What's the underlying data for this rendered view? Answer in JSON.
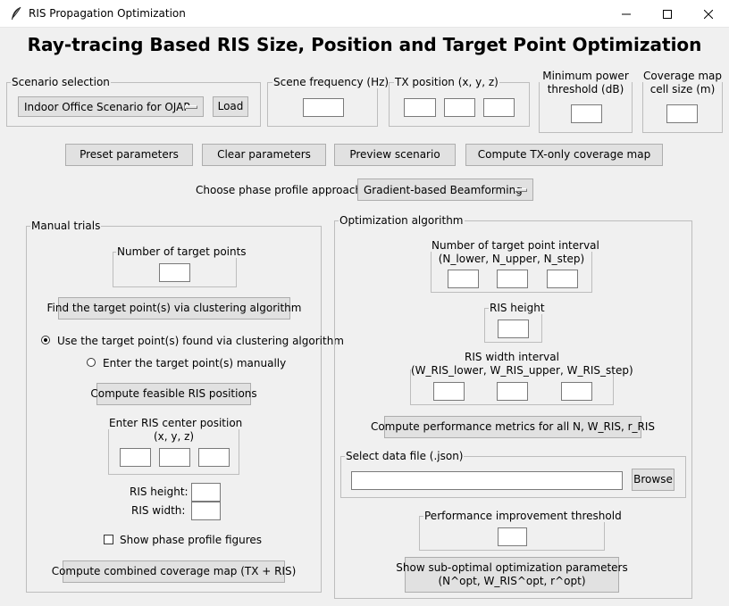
{
  "window": {
    "title": "RIS Propagation Optimization",
    "minimize": "—",
    "maximize": "☐",
    "close": "✕"
  },
  "heading": "Ray-tracing Based RIS Size, Position and Target Point Optimization",
  "scenario": {
    "group_label": "Scenario selection",
    "selected": "Indoor Office Scenario for OJAP",
    "load_label": "Load"
  },
  "frequency": {
    "group_label": "Scene frequency (Hz)",
    "value": ""
  },
  "tx_position": {
    "group_label": "TX position (x, y, z)",
    "x": "",
    "y": "",
    "z": ""
  },
  "min_power": {
    "group_label_line1": "Minimum power",
    "group_label_line2": "threshold (dB)",
    "value": ""
  },
  "cell_size": {
    "group_label_line1": "Coverage map",
    "group_label_line2": "cell size (m)",
    "value": ""
  },
  "actions": {
    "preset": "Preset parameters",
    "clear": "Clear parameters",
    "preview": "Preview scenario",
    "compute_tx": "Compute TX-only coverage map"
  },
  "phase_profile": {
    "label": "Choose phase profile approach:",
    "selected": "Gradient-based Beamforming"
  },
  "manual": {
    "group_label": "Manual trials",
    "num_targets_label": "Number of target points",
    "num_targets_value": "",
    "find_targets": "Find the target point(s) via clustering algorithm",
    "radio_cluster": "Use the target point(s) found via clustering algorithm",
    "radio_manual": "Enter the target point(s) manually",
    "compute_feasible": "Compute feasible RIS positions",
    "ris_center_line1": "Enter RIS center position",
    "ris_center_line2": "(x, y, z)",
    "ris_height_label": "RIS height:",
    "ris_width_label": "RIS width:",
    "show_phase": "Show phase profile figures",
    "compute_combined": "Compute combined coverage map (TX + RIS)"
  },
  "optim": {
    "group_label": "Optimization algorithm",
    "n_interval_line1": "Number of target point interval",
    "n_interval_line2": "(N_lower, N_upper, N_step)",
    "ris_height": "RIS height",
    "w_interval_line1": "RIS width interval",
    "w_interval_line2": "(W_RIS_lower, W_RIS_upper, W_RIS_step)",
    "compute_metrics": "Compute performance metrics for all N, W_RIS, r_RIS",
    "data_file_label": "Select data file (.json)",
    "data_file_value": "",
    "browse": "Browse",
    "perf_threshold": "Performance improvement threshold",
    "show_suboptimal_line1": "Show sub-optimal optimization parameters",
    "show_suboptimal_line2": "(N^opt, W_RIS^opt, r^opt)"
  }
}
